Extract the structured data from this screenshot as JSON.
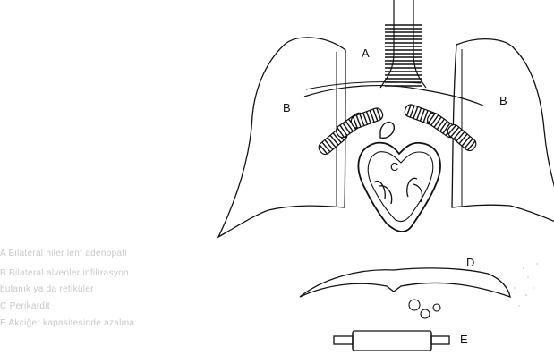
{
  "labels": {
    "a": "A",
    "b_left": "B",
    "b_right": "B",
    "c": "C",
    "d": "D",
    "e": "E"
  },
  "legend": [
    "A  Bilateral hiler lenf adenopati",
    "B  Bilateral alveoler infiltrasyon",
    "    bulanık ya da retiküler",
    "C  Perikardit",
    "E  Akciğer kapasitesinde azalma"
  ]
}
